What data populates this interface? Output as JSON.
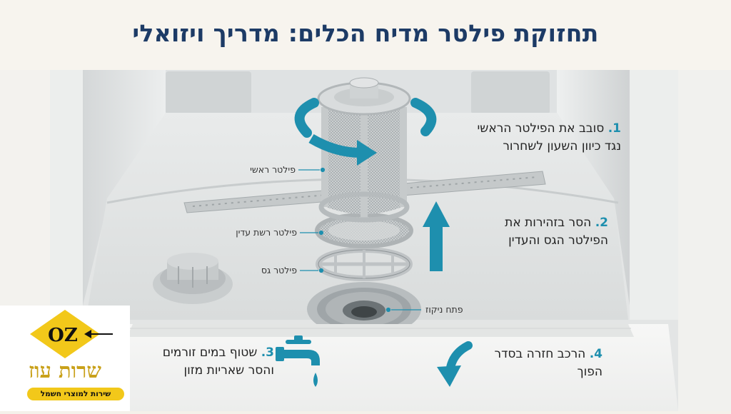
{
  "header": {
    "title": "תחזוקת פילטר מדיח הכלים: מדריך ויזואלי"
  },
  "steps": [
    {
      "number": "1.",
      "lines": [
        "סובב את הפילטר הראשי",
        "נגד כיוון השעון לשחרור"
      ]
    },
    {
      "number": "2.",
      "lines": [
        "הסר בזהירות את",
        "הפילטר הגס והעדין"
      ]
    },
    {
      "number": "3.",
      "lines": [
        "שטוף במים זורמים",
        "והסר שאריות מזון"
      ]
    },
    {
      "number": "4.",
      "lines": [
        "הרכב חזרה בסדר",
        "הפוך"
      ]
    }
  ],
  "labels": {
    "main_filter": "פילטר ראשי",
    "fine_mesh_filter": "פילטר רשת עדין",
    "coarse_filter": "פילטר גס",
    "drain_opening": "פתח ניקוז"
  },
  "brand": {
    "logo_text": "OZ",
    "name": "שרות עוז",
    "tagline": "שירות למוצרי חשמל",
    "colors": {
      "gold": "#c9a11a",
      "yellow": "#f2c81a"
    }
  },
  "colors": {
    "accent": "#1e8fae",
    "title": "#1d3b66"
  },
  "icons": [
    "rotate-arrow-icon",
    "up-arrow-icon",
    "faucet-icon",
    "down-arrow-icon",
    "oz-arrow-icon"
  ]
}
